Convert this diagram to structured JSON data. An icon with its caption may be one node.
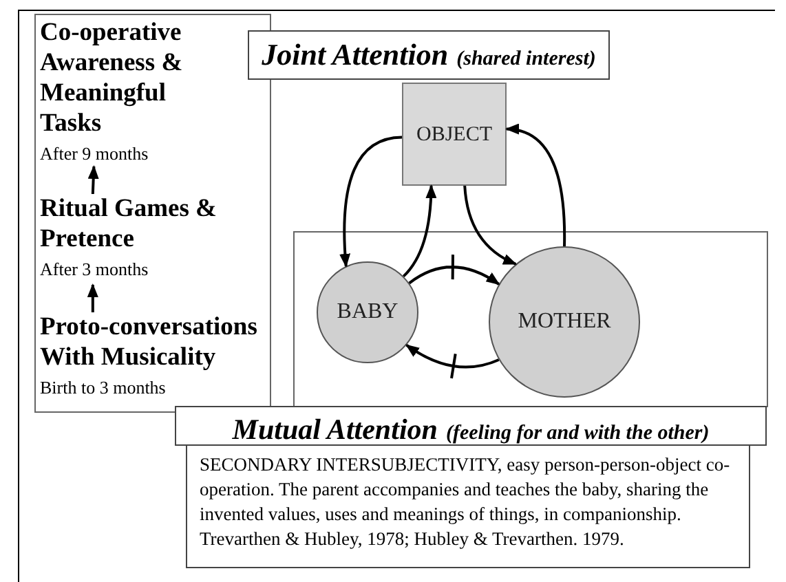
{
  "diagram": {
    "nodes": [
      {
        "text": [],
        "shape": "box"
      },
      {
        "text": [
          "Co-operative Awareness & Meaningful Tasks",
          "After 9 months"
        ],
        "in": 0
      },
      {
        "text": [
          "Ritual Games & Pretence",
          "After 3 months"
        ],
        "in": 0
      },
      {
        "text": [
          "Proto-conversations With Musicality",
          "Birth to 3 months"
        ],
        "in": 0
      },
      {
        "text": [
          "Joint Attention",
          "(shared interest)"
        ]
      },
      {
        "text": [
          "OBJECT"
        ]
      },
      {
        "text": [],
        "shape": "box"
      },
      {
        "text": [
          "BABY"
        ],
        "in": 6
      },
      {
        "text": [
          "MOTHER"
        ],
        "in": 6
      },
      {
        "text": [
          "Mutual Attention",
          "(feeling for and with the other)"
        ]
      },
      {
        "text": [
          "SECONDARY INTERSUBJECTIVITY, easy person-person-object co-operation. The parent accompanies and teaches the baby, sharing the invented values, uses and meanings of things, in companionship.",
          "Trevarthen & Hubley, 1978; Hubley & Trevarthen. 1979."
        ]
      }
    ],
    "edges": [
      {
        "from": 5,
        "to": 7,
        "arrow": "to"
      },
      {
        "from": 7,
        "to": 5,
        "arrow": "to"
      },
      {
        "from": 5,
        "to": 8,
        "arrow": "to"
      },
      {
        "from": 8,
        "to": 5,
        "arrow": "to"
      },
      {
        "from": 7,
        "to": 8,
        "arrow": "to"
      },
      {
        "from": 8,
        "to": 7,
        "arrow": "to"
      },
      {
        "from": 3,
        "to": 2,
        "arrow": "to"
      },
      {
        "from": 2,
        "to": 1,
        "arrow": "to"
      }
    ]
  }
}
